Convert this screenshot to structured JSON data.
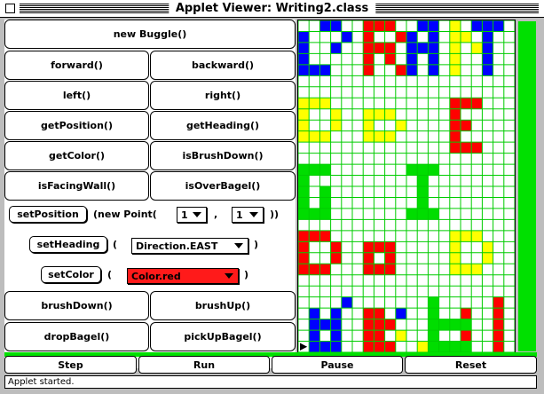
{
  "window": {
    "title": "Applet Viewer: Writing2.class"
  },
  "buttons": {
    "new_buggle": "new Buggle()",
    "forward": "forward()",
    "backward": "backward()",
    "left": "left()",
    "right": "right()",
    "get_position": "getPosition()",
    "get_heading": "getHeading()",
    "get_color": "getColor()",
    "is_brush_down": "isBrushDown()",
    "is_facing_wall": "isFacingWall()",
    "is_over_bagel": "isOverBagel()",
    "set_position": "setPosition",
    "set_heading": "setHeading",
    "set_color": "setColor",
    "brush_down": "brushDown()",
    "brush_up": "brushUp()",
    "drop_bagel": "dropBagel()",
    "pick_up_bagel": "pickUpBagel()"
  },
  "set_position_row": {
    "open": "(new Point(",
    "comma": ",",
    "close": "))",
    "x_value": "1",
    "y_value": "1"
  },
  "set_heading_row": {
    "open": "(",
    "close": ")",
    "value": "Direction.EAST"
  },
  "set_color_row": {
    "open": "(",
    "close": ")",
    "value": "Color.red",
    "swatch": "#ff1a1a"
  },
  "controls": {
    "step": "Step",
    "run": "Run",
    "pause": "Pause",
    "reset": "Reset"
  },
  "status": "Applet started.",
  "colors": {
    "red": "#ff0000",
    "blue": "#0000ff",
    "green": "#00dd00",
    "yellow": "#ffff00",
    "gridline": "#00cc00",
    "window_bg": "#bdbdbd"
  },
  "grid": {
    "cols": 20,
    "rows": 30,
    "cells": [
      "..BB..RRR..BB.Y.BBB.",
      "B...B.R..RB.B.YY.B..",
      "B..B..RRR.BBB.Y.YB..",
      "B.....R.R.B.B.Y..B..",
      "BBB...R..RB.B.Y..B..",
      "....................",
      "....................",
      "YYY...........RRR...",
      "Y..Y..YYY.....R.....",
      "Y..Y..Y..Y....RR....",
      "YYY...YYY.....R.....",
      "..............RRR...",
      "....................",
      "GGG.......GGG.......",
      "G..........G........",
      "G.G........G........",
      "G.G........G........",
      "GGG.......GGG.......",
      "....................",
      "RRR...........YYY...",
      "R..R..RRR.....Y..Y..",
      "R..R..R.R.....Y..Y..",
      "RRR...RRR.....YYY...",
      "....................",
      "....................",
      "....B.......G.....R.",
      ".B.B..RR.B..G..R..R.",
      ".BBB..RRR...GGGG..R.",
      ".B.B..RR.Y..G..R..R.",
      ".BBB..RRR..YGGGG..R."
    ]
  }
}
